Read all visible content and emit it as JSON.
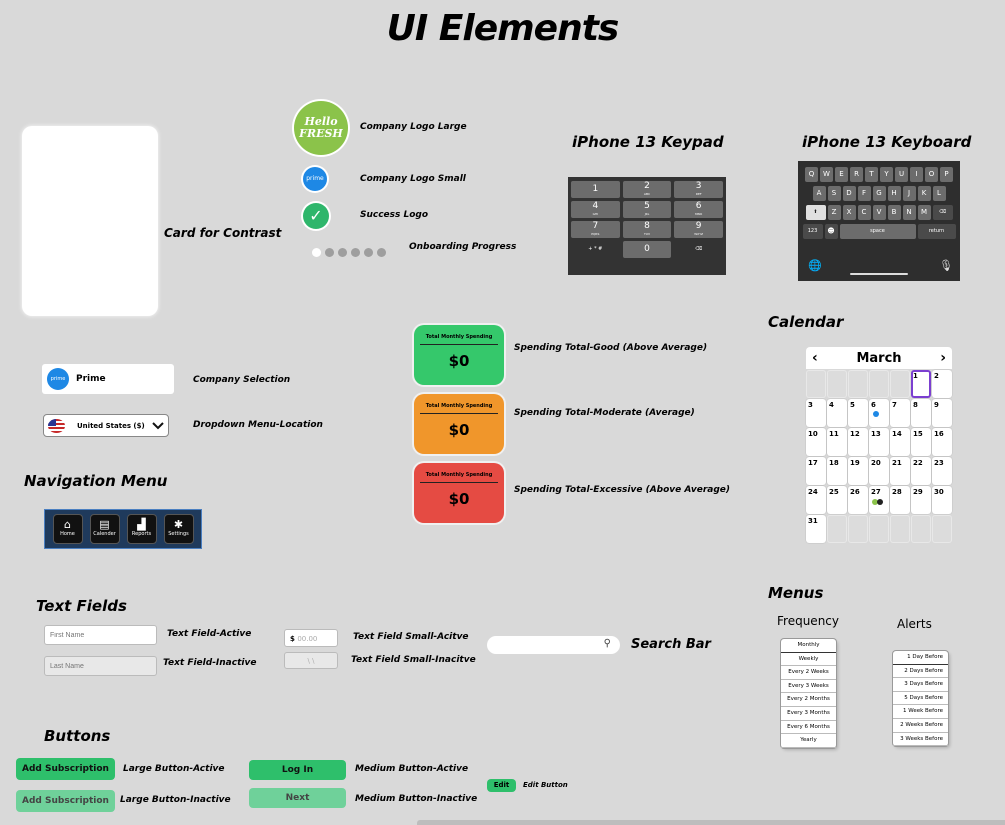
{
  "title": "UI Elements",
  "card": {
    "label": "Card for Contrast"
  },
  "logos": {
    "large_text": "Hello FRESH",
    "large_label": "Company Logo Large",
    "small_text": "prime",
    "small_label": "Company Logo Small",
    "success_label": "Success Logo",
    "progress_label": "Onboarding Progress",
    "progress_step": 1,
    "progress_total": 6
  },
  "keypad": {
    "heading": "iPhone 13 Keypad",
    "keys": [
      {
        "num": "1",
        "sub": ""
      },
      {
        "num": "2",
        "sub": "ABC"
      },
      {
        "num": "3",
        "sub": "DEF"
      },
      {
        "num": "4",
        "sub": "GHI"
      },
      {
        "num": "5",
        "sub": "JKL"
      },
      {
        "num": "6",
        "sub": "MNO"
      },
      {
        "num": "7",
        "sub": "PQRS"
      },
      {
        "num": "8",
        "sub": "TUV"
      },
      {
        "num": "9",
        "sub": "WXYZ"
      },
      {
        "num": "+ * #",
        "sub": ""
      },
      {
        "num": "0",
        "sub": ""
      },
      {
        "num": "⌫",
        "sub": ""
      }
    ]
  },
  "keyboard": {
    "heading": "iPhone 13 Keyboard",
    "row1": [
      "Q",
      "W",
      "E",
      "R",
      "T",
      "Y",
      "U",
      "I",
      "O",
      "P"
    ],
    "row2": [
      "A",
      "S",
      "D",
      "F",
      "G",
      "H",
      "J",
      "K",
      "L"
    ],
    "row3": [
      "Z",
      "X",
      "C",
      "V",
      "B",
      "N",
      "M"
    ],
    "shift": "⬆",
    "delete": "⌫",
    "numbers": "123",
    "emoji": "☻",
    "space": "space",
    "return": "return",
    "globe": "🌐",
    "mic": "🎙"
  },
  "company": {
    "name": "Prime",
    "icon_text": "prime",
    "label": "Company Selection"
  },
  "dropdown": {
    "value": "United States ($)",
    "label": "Dropdown Menu-Location"
  },
  "nav": {
    "heading": "Navigation Menu",
    "items": [
      {
        "label": "Home",
        "icon": "home-icon"
      },
      {
        "label": "Calender",
        "icon": "calendar-icon"
      },
      {
        "label": "Reports",
        "icon": "reports-icon"
      },
      {
        "label": "Settings",
        "icon": "settings-icon"
      }
    ]
  },
  "spending": [
    {
      "title": "Total Monthly Spending",
      "amount": "$0",
      "label": "Spending Total-Good (Above Average)",
      "color": "#35c86b"
    },
    {
      "title": "Total Monthly Spending",
      "amount": "$0",
      "label": "Spending Total-Moderate (Average)",
      "color": "#f0962b"
    },
    {
      "title": "Total Monthly Spending",
      "amount": "$0",
      "label": "Spending Total-Excessive (Above Average)",
      "color": "#e54b43"
    }
  ],
  "calendar": {
    "heading": "Calendar",
    "month": "March",
    "prev": "‹",
    "next": "›",
    "leading_blanks": 5,
    "days": 31,
    "selected": 1
  },
  "text_fields": {
    "heading": "Text Fields",
    "active_placeholder": "First Name",
    "active_label": "Text Field-Active",
    "inactive_placeholder": "Last Name",
    "inactive_label": "Text Field-Inactive",
    "small_active_prefix": "$",
    "small_active_value": "00.00",
    "small_active_label": "Text Field Small-Acitve",
    "small_inactive_value": "\\  \\",
    "small_inactive_label": "Text Field Small-Inacitve"
  },
  "search": {
    "label": "Search Bar"
  },
  "menus": {
    "heading": "Menus",
    "frequency": {
      "title": "Frequency",
      "items": [
        "Monthly",
        "Weekly",
        "Every 2 Weeks",
        "Every 3 Weeks",
        "Every  2 Months",
        "Every  3 Months",
        "Every  6 Months",
        "Yearly"
      ]
    },
    "alerts": {
      "title": "Alerts",
      "items": [
        "1 Day Before",
        "2 Days Before",
        "3 Days Before",
        "5 Days Before",
        "1 Week Before",
        "2 Weeks Before",
        "3 Weeks Before"
      ]
    }
  },
  "buttons": {
    "heading": "Buttons",
    "large_active_text": "Add Subscription",
    "large_active_label": "Large Button-Active",
    "large_inactive_text": "Add Subscription",
    "large_inactive_label": "Large Button-Inactive",
    "medium_active_text": "Log In",
    "medium_active_label": "Medium Button-Active",
    "medium_inactive_text": "Next",
    "medium_inactive_label": "Medium Button-Inactive",
    "edit_text": "Edit",
    "edit_label": "Edit Button"
  }
}
